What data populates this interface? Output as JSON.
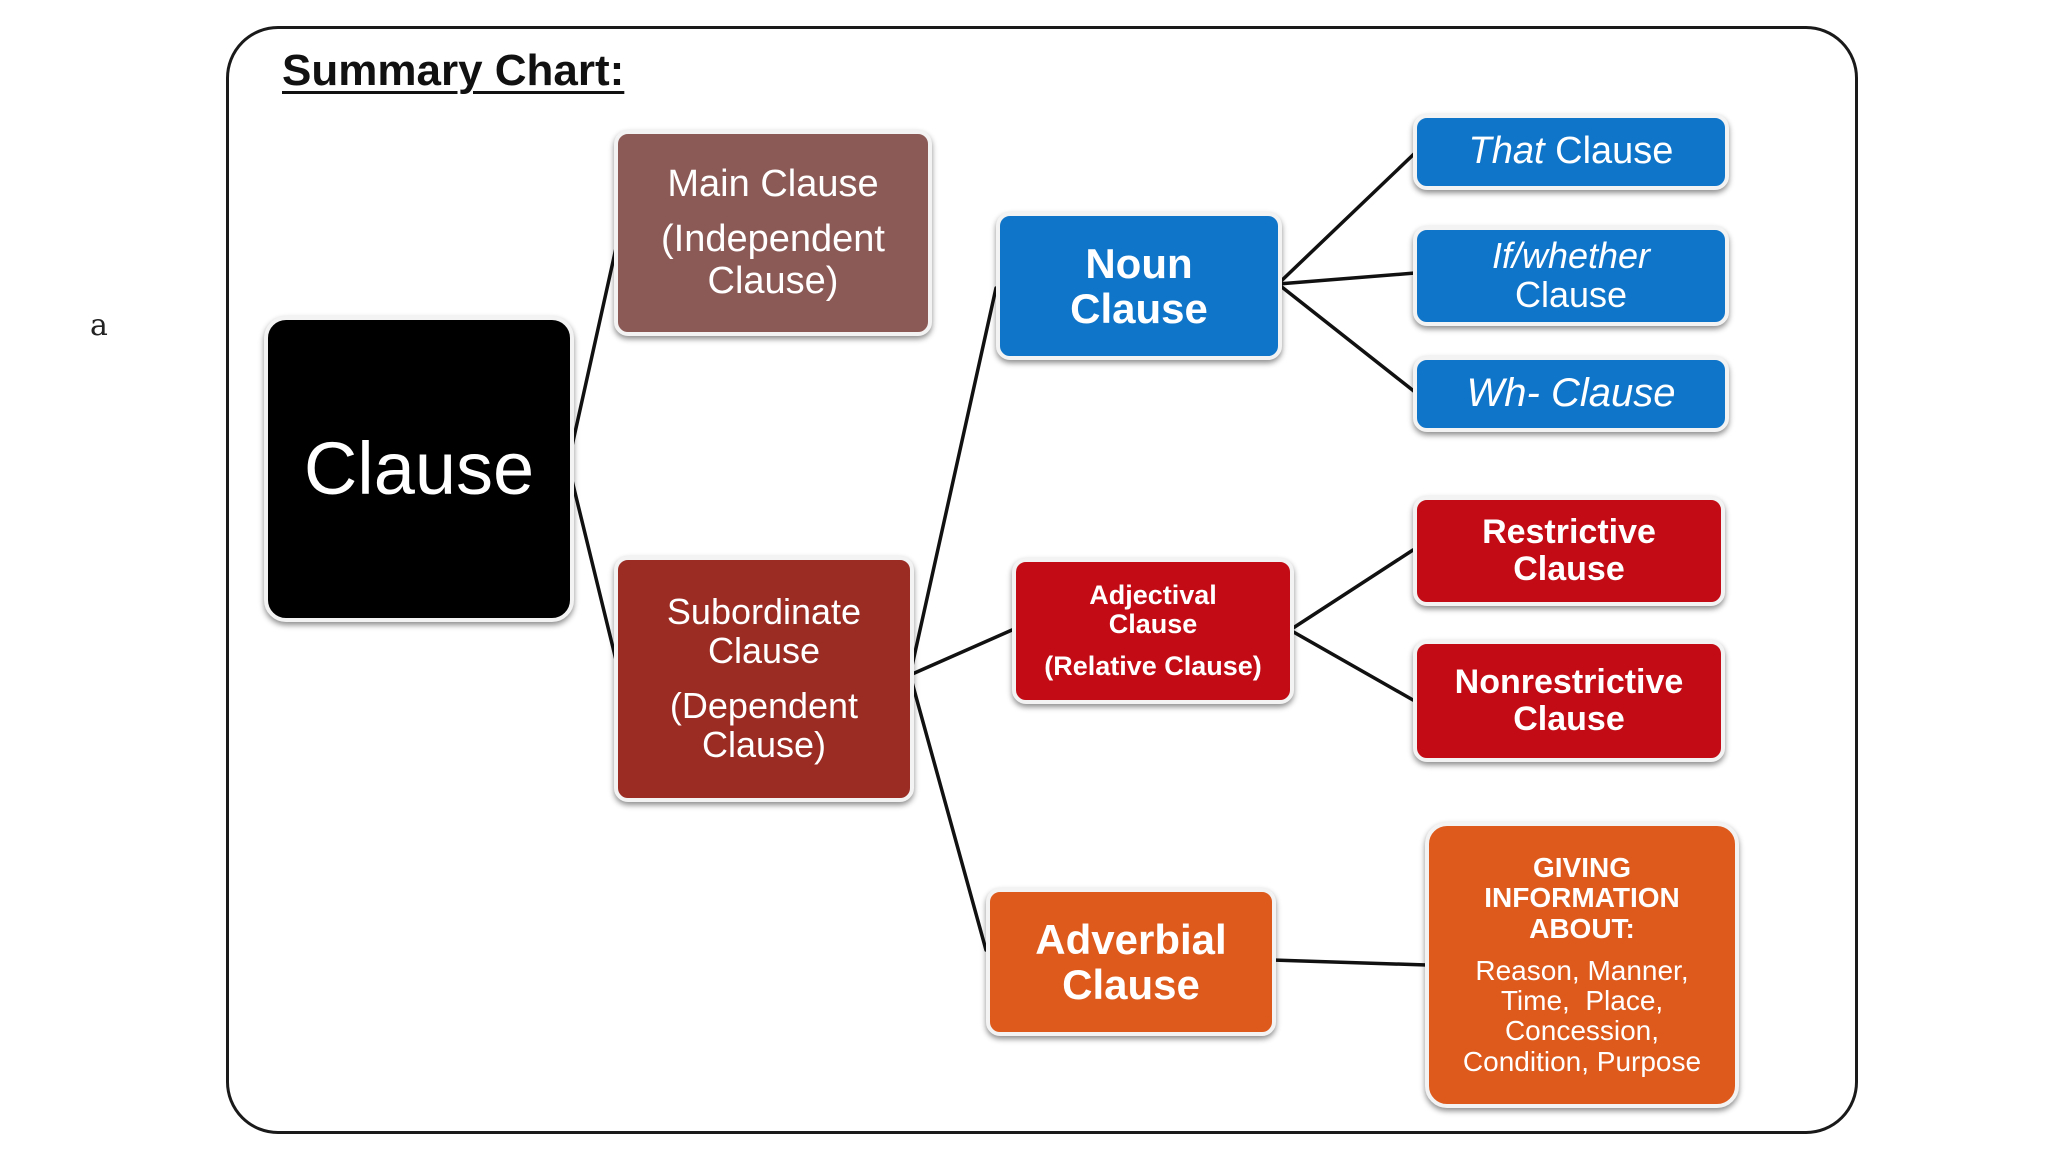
{
  "side_label": "a",
  "title": "Summary Chart:",
  "nodes": {
    "clause": "Clause",
    "main_clause": {
      "line1": "Main Clause",
      "line2": "(Independent",
      "line3": "Clause)"
    },
    "subordinate_clause": {
      "line1": "Subordinate",
      "line2": "Clause",
      "line3": "(Dependent",
      "line4": "Clause)"
    },
    "noun_clause": {
      "line1": "Noun",
      "line2": "Clause"
    },
    "adjectival_clause": {
      "line1": "Adjectival",
      "line2": "Clause",
      "line3": "(Relative Clause)"
    },
    "adverbial_clause": {
      "line1": "Adverbial",
      "line2": "Clause"
    },
    "that_clause": {
      "italic": "That",
      "rest": " Clause"
    },
    "if_whether_clause": {
      "line1": "If/whether",
      "line2": "Clause"
    },
    "wh_clause": "Wh- Clause",
    "restrictive_clause": {
      "line1": "Restrictive",
      "line2": "Clause"
    },
    "nonrestrictive_clause": {
      "line1": "Nonrestrictive",
      "line2": "Clause"
    },
    "giving_info": {
      "heading1": "GIVING",
      "heading2": "INFORMATION",
      "heading3": "ABOUT:",
      "body1": "Reason, Manner,",
      "body2": "Time,  Place,",
      "body3": "Concession,",
      "body4": "Condition, Purpose"
    }
  },
  "colors": {
    "clause": "#000000",
    "main_clause": "#8c5a56",
    "subordinate_clause": "#9a2c24",
    "noun_branch": "#0f75c9",
    "adjectival_branch": "#c20b14",
    "adverbial_branch": "#dd5a1c"
  }
}
